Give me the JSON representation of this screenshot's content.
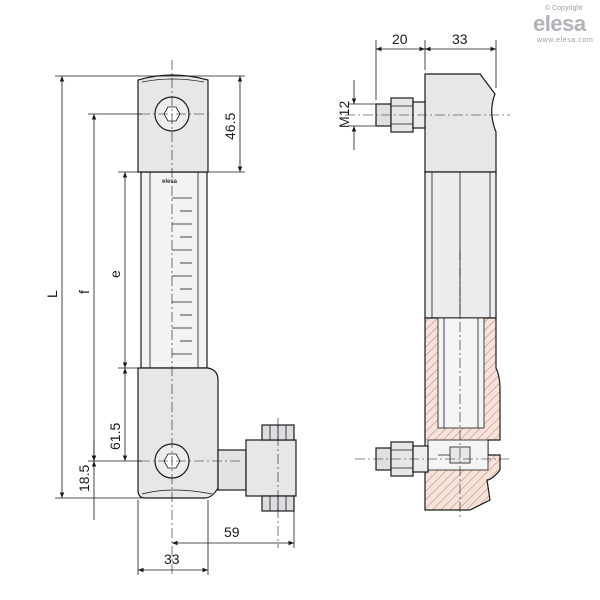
{
  "brand": {
    "copyright": "© Copyright",
    "name": "elesa",
    "website": "www.elesa.com"
  },
  "front_view": {
    "dimensions": {
      "overall_length": "L",
      "center_distance": "f",
      "visible_length": "e",
      "top_block_height": "46.5",
      "bottom_block_height": "61.5",
      "bottom_offset": "18.5",
      "width": "33",
      "connector_offset": "59"
    },
    "window_logo": "elesa"
  },
  "side_view": {
    "dimensions": {
      "stud_length": "20",
      "body_depth": "33",
      "thread": "M12"
    }
  },
  "colors": {
    "line": "#1a1a1a",
    "body_fill": "#e6e7e9",
    "section_fill": "#f5e3da",
    "hatch": "#c9867a",
    "watermark": "#b0b3b8"
  }
}
